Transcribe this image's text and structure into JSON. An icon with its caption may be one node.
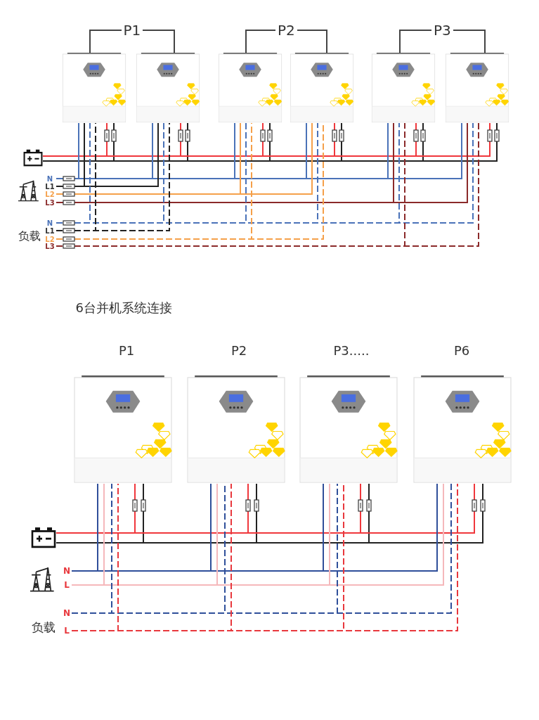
{
  "diagram": {
    "nodes": [
      {
        "text": [],
        "shape": "picture"
      },
      {
        "text": [],
        "shape": "picture"
      },
      {
        "text": [],
        "shape": "picture"
      },
      {
        "text": [],
        "shape": "picture"
      },
      {
        "text": [],
        "shape": "picture"
      },
      {
        "text": [],
        "shape": "picture"
      },
      {
        "text": [],
        "shape": "battery"
      },
      {
        "text": [
          "N"
        ]
      },
      {
        "text": [
          "L1"
        ]
      },
      {
        "text": [
          "L2"
        ]
      },
      {
        "text": [
          "L3"
        ]
      },
      {
        "text": [
          "N"
        ]
      },
      {
        "text": [
          "L1"
        ]
      },
      {
        "text": [
          "L2"
        ]
      },
      {
        "text": [
          "L3"
        ]
      },
      {
        "text": [],
        "shape": "picture",
        "beside": [
          "P1"
        ]
      },
      {
        "text": [],
        "shape": "picture",
        "beside": [
          "P2"
        ]
      },
      {
        "text": [],
        "shape": "picture",
        "beside": [
          "P3....."
        ]
      },
      {
        "text": [],
        "shape": "picture",
        "beside": [
          "P6"
        ]
      },
      {
        "text": [],
        "shape": "battery"
      },
      {
        "text": [
          "N"
        ]
      },
      {
        "text": [
          "L"
        ]
      },
      {
        "text": [
          "N"
        ]
      },
      {
        "text": [
          "L"
        ]
      }
    ],
    "edges": [
      {
        "from": 6,
        "to": 0,
        "arrow": "none",
        "color": "#f0373c"
      },
      {
        "from": 6,
        "to": 0,
        "arrow": "none",
        "color": "#222222"
      },
      {
        "from": 6,
        "to": 1,
        "arrow": "none",
        "color": "#f0373c"
      },
      {
        "from": 6,
        "to": 1,
        "arrow": "none",
        "color": "#222222"
      },
      {
        "from": 6,
        "to": 2,
        "arrow": "none",
        "color": "#f0373c"
      },
      {
        "from": 6,
        "to": 2,
        "arrow": "none",
        "color": "#222222"
      },
      {
        "from": 6,
        "to": 3,
        "arrow": "none",
        "color": "#f0373c"
      },
      {
        "from": 6,
        "to": 3,
        "arrow": "none",
        "color": "#222222"
      },
      {
        "from": 6,
        "to": 4,
        "arrow": "none",
        "color": "#f0373c"
      },
      {
        "from": 6,
        "to": 4,
        "arrow": "none",
        "color": "#222222"
      },
      {
        "from": 6,
        "to": 5,
        "arrow": "none",
        "color": "#f0373c"
      },
      {
        "from": 6,
        "to": 5,
        "arrow": "none",
        "color": "#222222"
      },
      {
        "from": 7,
        "to": 0,
        "arrow": "none",
        "color": "#4a72b8"
      },
      {
        "from": 7,
        "to": 1,
        "arrow": "none",
        "color": "#4a72b8"
      },
      {
        "from": 7,
        "to": 2,
        "arrow": "none",
        "color": "#4a72b8"
      },
      {
        "from": 7,
        "to": 3,
        "arrow": "none",
        "color": "#4a72b8"
      },
      {
        "from": 7,
        "to": 4,
        "arrow": "none",
        "color": "#4a72b8"
      },
      {
        "from": 7,
        "to": 5,
        "arrow": "none",
        "color": "#4a72b8"
      },
      {
        "from": 8,
        "to": 0,
        "arrow": "none",
        "color": "#222222"
      },
      {
        "from": 8,
        "to": 1,
        "arrow": "none",
        "color": "#222222"
      },
      {
        "from": 9,
        "to": 2,
        "arrow": "none",
        "color": "#f5a04a"
      },
      {
        "from": 9,
        "to": 3,
        "arrow": "none",
        "color": "#f5a04a"
      },
      {
        "from": 10,
        "to": 4,
        "arrow": "none",
        "color": "#8b2a2a"
      },
      {
        "from": 10,
        "to": 5,
        "arrow": "none",
        "color": "#8b2a2a"
      },
      {
        "from": 11,
        "to": 0,
        "arrow": "none",
        "style": "dashed",
        "color": "#4a72b8"
      },
      {
        "from": 11,
        "to": 1,
        "arrow": "none",
        "style": "dashed",
        "color": "#4a72b8"
      },
      {
        "from": 11,
        "to": 2,
        "arrow": "none",
        "style": "dashed",
        "color": "#4a72b8"
      },
      {
        "from": 11,
        "to": 3,
        "arrow": "none",
        "style": "dashed",
        "color": "#4a72b8"
      },
      {
        "from": 11,
        "to": 4,
        "arrow": "none",
        "style": "dashed",
        "color": "#4a72b8"
      },
      {
        "from": 11,
        "to": 5,
        "arrow": "none",
        "style": "dashed",
        "color": "#4a72b8"
      },
      {
        "from": 12,
        "to": 0,
        "arrow": "none",
        "style": "dashed",
        "color": "#222222"
      },
      {
        "from": 12,
        "to": 1,
        "arrow": "none",
        "style": "dashed",
        "color": "#222222"
      },
      {
        "from": 13,
        "to": 2,
        "arrow": "none",
        "style": "dashed",
        "color": "#f5a04a"
      },
      {
        "from": 13,
        "to": 3,
        "arrow": "none",
        "style": "dashed",
        "color": "#f5a04a"
      },
      {
        "from": 14,
        "to": 4,
        "arrow": "none",
        "style": "dashed",
        "color": "#8b2a2a"
      },
      {
        "from": 14,
        "to": 5,
        "arrow": "none",
        "style": "dashed",
        "color": "#8b2a2a"
      },
      {
        "from": 19,
        "to": 15,
        "arrow": "none",
        "color": "#f0373c"
      },
      {
        "from": 19,
        "to": 15,
        "arrow": "none",
        "color": "#222222"
      },
      {
        "from": 19,
        "to": 16,
        "arrow": "none",
        "color": "#f0373c"
      },
      {
        "from": 19,
        "to": 16,
        "arrow": "none",
        "color": "#222222"
      },
      {
        "from": 19,
        "to": 17,
        "arrow": "none",
        "color": "#f0373c"
      },
      {
        "from": 19,
        "to": 17,
        "arrow": "none",
        "color": "#222222"
      },
      {
        "from": 19,
        "to": 18,
        "arrow": "none",
        "color": "#f0373c"
      },
      {
        "from": 19,
        "to": 18,
        "arrow": "none",
        "color": "#222222"
      },
      {
        "from": 20,
        "to": 15,
        "arrow": "none",
        "color": "#2f4f9a"
      },
      {
        "from": 20,
        "to": 16,
        "arrow": "none",
        "color": "#2f4f9a"
      },
      {
        "from": 20,
        "to": 17,
        "arrow": "none",
        "color": "#2f4f9a"
      },
      {
        "from": 20,
        "to": 18,
        "arrow": "none",
        "color": "#2f4f9a"
      },
      {
        "from": 21,
        "to": 15,
        "arrow": "none",
        "color": "#f5b8bb"
      },
      {
        "from": 21,
        "to": 16,
        "arrow": "none",
        "color": "#f5b8bb"
      },
      {
        "from": 21,
        "to": 17,
        "arrow": "none",
        "color": "#f5b8bb"
      },
      {
        "from": 21,
        "to": 18,
        "arrow": "none",
        "color": "#f5b8bb"
      },
      {
        "from": 22,
        "to": 15,
        "arrow": "none",
        "style": "dashed",
        "color": "#2f4f9a"
      },
      {
        "from": 22,
        "to": 16,
        "arrow": "none",
        "style": "dashed",
        "color": "#2f4f9a"
      },
      {
        "from": 22,
        "to": 17,
        "arrow": "none",
        "style": "dashed",
        "color": "#2f4f9a"
      },
      {
        "from": 22,
        "to": 18,
        "arrow": "none",
        "style": "dashed",
        "color": "#2f4f9a"
      },
      {
        "from": 23,
        "to": 15,
        "arrow": "none",
        "style": "dashed",
        "color": "#e8383d"
      },
      {
        "from": 23,
        "to": 16,
        "arrow": "none",
        "style": "dashed",
        "color": "#e8383d"
      },
      {
        "from": 23,
        "to": 17,
        "arrow": "none",
        "style": "dashed",
        "color": "#e8383d"
      },
      {
        "from": 23,
        "to": 18,
        "arrow": "none",
        "style": "dashed",
        "color": "#e8383d"
      },
      {
        "from": 0,
        "to": 1,
        "arrow": "none",
        "label": "P1",
        "color": "#444444"
      },
      {
        "from": 2,
        "to": 3,
        "arrow": "none",
        "label": "P2",
        "color": "#444444"
      },
      {
        "from": 4,
        "to": 5,
        "arrow": "none",
        "label": "P3",
        "color": "#444444"
      }
    ],
    "labels": [
      "负载",
      "6台并机系统连接",
      "负载"
    ]
  }
}
